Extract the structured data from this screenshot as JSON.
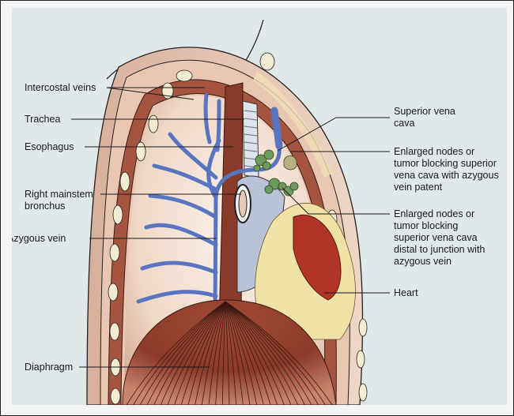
{
  "figure": {
    "title": "Superior vena cava obstruction — sagittal thoracic anatomy",
    "labels_left": [
      {
        "id": "intercostal-veins",
        "text": "Intercostal veins"
      },
      {
        "id": "trachea",
        "text": "Trachea"
      },
      {
        "id": "esophagus",
        "text": "Esophagus"
      },
      {
        "id": "right-mainstem-bronchus",
        "text": "Right mainstem\nbronchus"
      },
      {
        "id": "azygous-vein",
        "text": "Azygous vein"
      },
      {
        "id": "diaphragm",
        "text": "Diaphragm"
      }
    ],
    "labels_right": [
      {
        "id": "superior-vena-cava",
        "text": "Superior vena\ncava"
      },
      {
        "id": "nodes-proximal",
        "text": "Enlarged nodes or\ntumor blocking superior\nvena cava with azygous\nvein patent"
      },
      {
        "id": "nodes-distal",
        "text": "Enlarged nodes or\ntumor blocking\nsuperior vena cava\ndistal to junction with\nazygous vein"
      },
      {
        "id": "heart",
        "text": "Heart"
      }
    ]
  },
  "colors": {
    "background": "#e1e8ea",
    "vein_blue": "#5a75c0",
    "muscle": "#8e3b2c",
    "rib_band": "#a5543f",
    "skin": "#e7c9b4",
    "fat": "#efe2a6",
    "heart": "#b03527",
    "nodes": "#6f9a5e"
  }
}
